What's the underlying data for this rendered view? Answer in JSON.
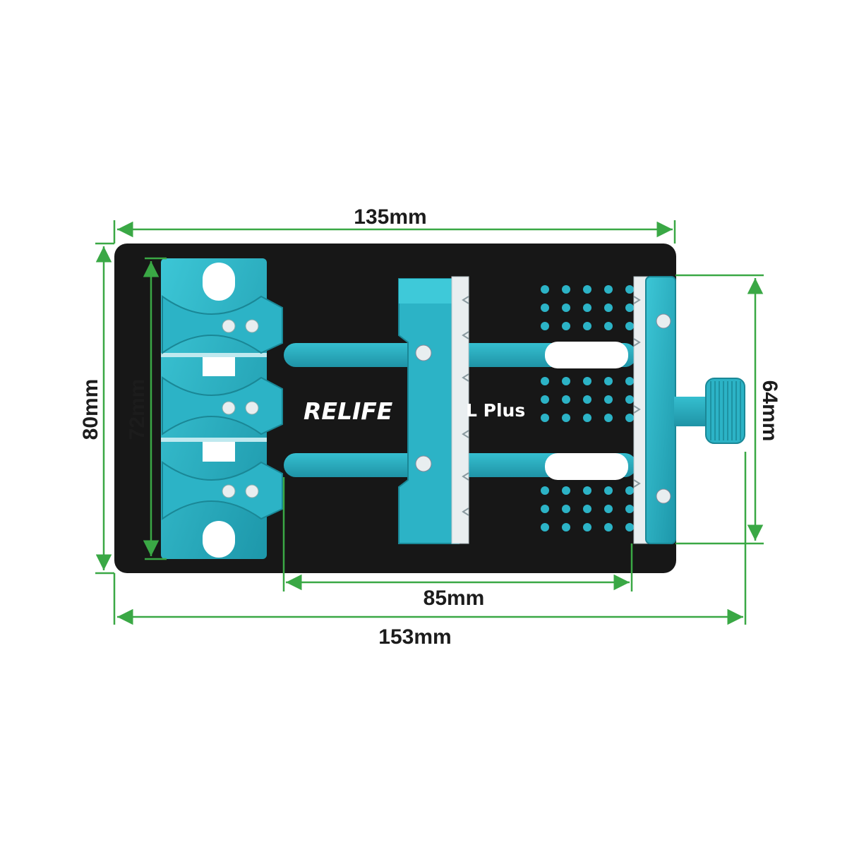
{
  "brand": "RELIFE",
  "model": "L Plus",
  "dimensions": {
    "top_width": "135mm",
    "total_width": "153mm",
    "rail_length": "85mm",
    "outer_height": "80mm",
    "inner_height": "72mm",
    "jaw_height": "64mm"
  },
  "colors": {
    "plate": "#171717",
    "clamp": "#2cb3c6",
    "clamp_dark": "#1f8ea0",
    "dimension_line": "#3aa845",
    "label": "#1c1c1c"
  }
}
